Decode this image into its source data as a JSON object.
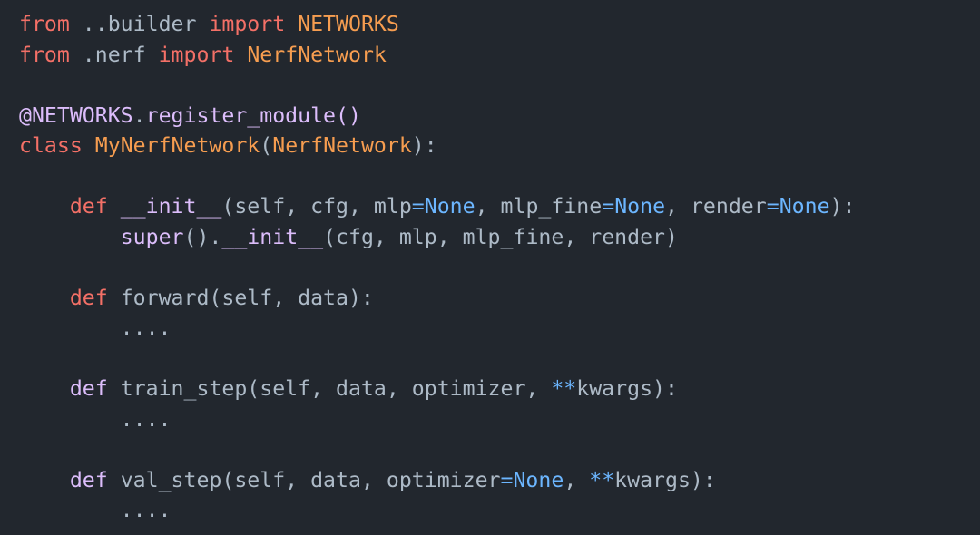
{
  "editor": {
    "language": "python",
    "theme_colors": {
      "background": "#22272e",
      "default": "#adbac7",
      "keyword": "#f47067",
      "name": "#f69d50",
      "function": "#dcbdfb",
      "constant": "#6cb6ff"
    },
    "lines": [
      {
        "tokens": [
          {
            "t": "from",
            "c": "#f47067"
          },
          {
            "t": " ..builder ",
            "c": "#adbac7"
          },
          {
            "t": "import",
            "c": "#f47067"
          },
          {
            "t": " ",
            "c": "#adbac7"
          },
          {
            "t": "NETWORKS",
            "c": "#f69d50"
          }
        ]
      },
      {
        "tokens": [
          {
            "t": "from",
            "c": "#f47067"
          },
          {
            "t": " .nerf ",
            "c": "#adbac7"
          },
          {
            "t": "import",
            "c": "#f47067"
          },
          {
            "t": " ",
            "c": "#adbac7"
          },
          {
            "t": "NerfNetwork",
            "c": "#f69d50"
          }
        ]
      },
      {
        "tokens": []
      },
      {
        "tokens": [
          {
            "t": "@NETWORKS",
            "c": "#dcbdfb"
          },
          {
            "t": ".",
            "c": "#adbac7"
          },
          {
            "t": "register_module()",
            "c": "#dcbdfb"
          }
        ]
      },
      {
        "tokens": [
          {
            "t": "class",
            "c": "#f47067"
          },
          {
            "t": " ",
            "c": "#adbac7"
          },
          {
            "t": "MyNerfNetwork",
            "c": "#f69d50"
          },
          {
            "t": "(",
            "c": "#adbac7"
          },
          {
            "t": "NerfNetwork",
            "c": "#f69d50"
          },
          {
            "t": "):",
            "c": "#adbac7"
          }
        ]
      },
      {
        "tokens": []
      },
      {
        "tokens": [
          {
            "t": "    ",
            "c": "#adbac7"
          },
          {
            "t": "def",
            "c": "#f47067"
          },
          {
            "t": " ",
            "c": "#adbac7"
          },
          {
            "t": "__init__",
            "c": "#dcbdfb"
          },
          {
            "t": "(self, cfg, mlp",
            "c": "#adbac7"
          },
          {
            "t": "=",
            "c": "#6cb6ff"
          },
          {
            "t": "None",
            "c": "#6cb6ff"
          },
          {
            "t": ", mlp_fine",
            "c": "#adbac7"
          },
          {
            "t": "=",
            "c": "#6cb6ff"
          },
          {
            "t": "None",
            "c": "#6cb6ff"
          },
          {
            "t": ", render",
            "c": "#adbac7"
          },
          {
            "t": "=",
            "c": "#6cb6ff"
          },
          {
            "t": "None",
            "c": "#6cb6ff"
          },
          {
            "t": "):",
            "c": "#adbac7"
          }
        ]
      },
      {
        "tokens": [
          {
            "t": "        ",
            "c": "#adbac7"
          },
          {
            "t": "super",
            "c": "#dcbdfb"
          },
          {
            "t": "().",
            "c": "#adbac7"
          },
          {
            "t": "__init__",
            "c": "#dcbdfb"
          },
          {
            "t": "(cfg, mlp, mlp_fine, render)",
            "c": "#adbac7"
          }
        ]
      },
      {
        "tokens": []
      },
      {
        "tokens": [
          {
            "t": "    ",
            "c": "#adbac7"
          },
          {
            "t": "def",
            "c": "#f47067"
          },
          {
            "t": " forward(self, data):",
            "c": "#adbac7"
          }
        ]
      },
      {
        "tokens": [
          {
            "t": "        ....",
            "c": "#adbac7"
          }
        ]
      },
      {
        "tokens": []
      },
      {
        "tokens": [
          {
            "t": "    ",
            "c": "#adbac7"
          },
          {
            "t": "def",
            "c": "#dcbdfb"
          },
          {
            "t": " train_step(self, data, optimizer, ",
            "c": "#adbac7"
          },
          {
            "t": "**",
            "c": "#6cb6ff"
          },
          {
            "t": "kwargs):",
            "c": "#adbac7"
          }
        ]
      },
      {
        "tokens": [
          {
            "t": "        ....",
            "c": "#adbac7"
          }
        ]
      },
      {
        "tokens": []
      },
      {
        "tokens": [
          {
            "t": "    ",
            "c": "#adbac7"
          },
          {
            "t": "def",
            "c": "#dcbdfb"
          },
          {
            "t": " val_step(self, data, optimizer",
            "c": "#adbac7"
          },
          {
            "t": "=",
            "c": "#6cb6ff"
          },
          {
            "t": "None",
            "c": "#6cb6ff"
          },
          {
            "t": ", ",
            "c": "#adbac7"
          },
          {
            "t": "**",
            "c": "#6cb6ff"
          },
          {
            "t": "kwargs):",
            "c": "#adbac7"
          }
        ]
      },
      {
        "tokens": [
          {
            "t": "        ....",
            "c": "#adbac7"
          }
        ]
      }
    ]
  }
}
